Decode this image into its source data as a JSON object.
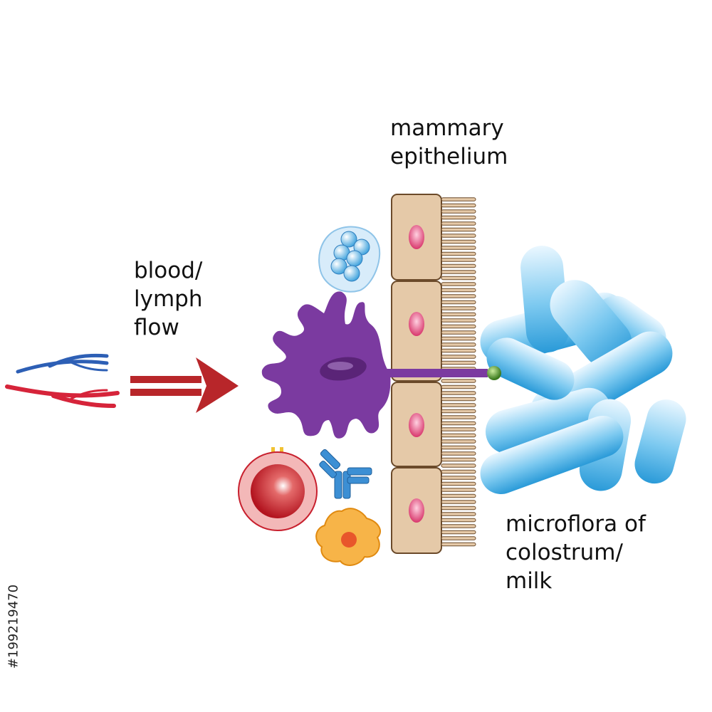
{
  "labels": {
    "epithelium": [
      "mammary",
      "epithelium"
    ],
    "flow": [
      "blood/",
      "lymph",
      "flow"
    ],
    "microflora": [
      "microflora of",
      "colostrum/",
      "milk"
    ]
  },
  "stock_id": "#199219470",
  "colors": {
    "epithelial_cell": "#e5c9a8",
    "epithelial_outline": "#6b4a2a",
    "nucleus": "#e0457a",
    "dendritic_cell": "#7b3aa0",
    "bacteria": "#39a8e0",
    "arrow": "#b8262a",
    "vein": "#2d5fb5",
    "artery": "#d6243a",
    "lymphocyte": "#c8202e",
    "antibody": "#3c8fd4",
    "macrophage": "#f5a623"
  }
}
